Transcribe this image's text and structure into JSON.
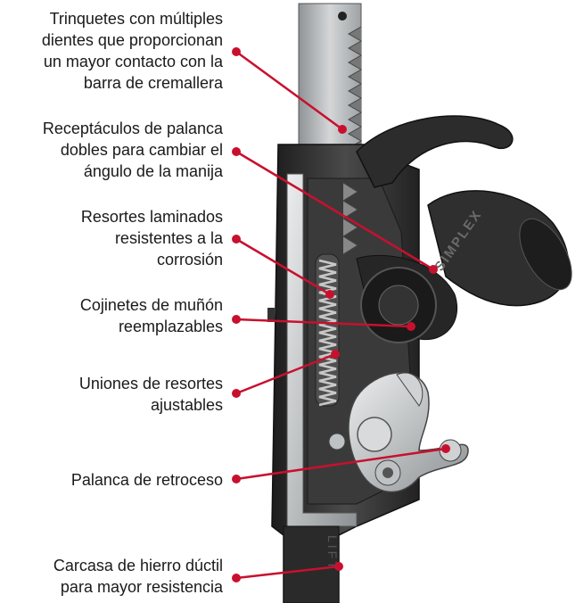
{
  "callouts": [
    {
      "text": "Trinquetes con múltiples\ndientes que proporcionan\nun mayor contacto con la\nbarra de cremallera"
    },
    {
      "text": "Receptáculos de palanca\ndobles para cambiar el\nángulo de la manija"
    },
    {
      "text": "Resortes laminados\nresistentes a la\ncorrosión"
    },
    {
      "text": "Cojinetes de muñón\nreemplazables"
    },
    {
      "text": "Uniones de resortes\najustables"
    },
    {
      "text": "Palanca de retroceso"
    },
    {
      "text": "Carcasa de hierro dúctil\npara mayor resistencia"
    }
  ],
  "colors": {
    "leader": "#c8102e",
    "metal": "#b9bcbe",
    "body": "#2b2b2b"
  },
  "image": {
    "brand_engraving": "SIMPLEX",
    "housing_engraving": "LIFT"
  }
}
